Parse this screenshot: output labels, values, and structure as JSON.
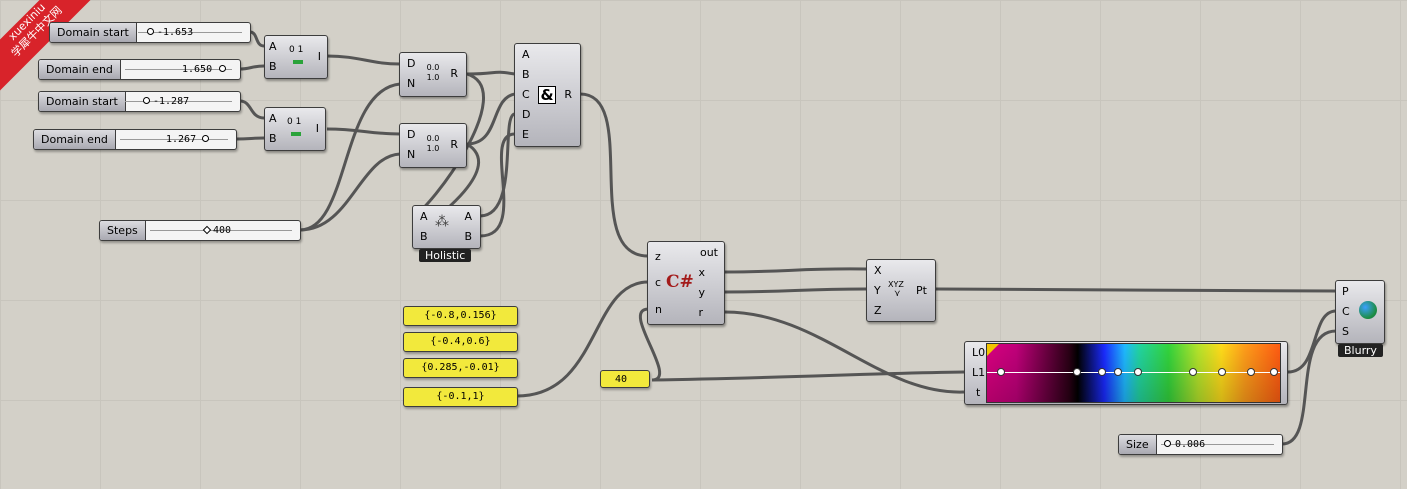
{
  "watermark": {
    "line1": "xuexiniu",
    "line2": "学犀牛中文网"
  },
  "sliders": {
    "s1": {
      "label": "Domain start",
      "value": "-1.653"
    },
    "s2": {
      "label": "Domain end",
      "value": "1.650"
    },
    "s3": {
      "label": "Domain start",
      "value": "-1.287"
    },
    "s4": {
      "label": "Domain end",
      "value": "1.267"
    },
    "steps": {
      "label": "Steps",
      "value": "400"
    },
    "size": {
      "label": "Size",
      "value": "0.006"
    }
  },
  "construct_domain_1": {
    "in_a": "A",
    "in_b": "B",
    "out": "I",
    "icon": "0 1"
  },
  "construct_domain_2": {
    "in_a": "A",
    "in_b": "B",
    "out": "I",
    "icon": "0 1"
  },
  "range_1": {
    "in_d": "D",
    "in_n": "N",
    "out": "R",
    "icon": "0.0 1.0"
  },
  "range_2": {
    "in_d": "D",
    "in_n": "N",
    "out": "R",
    "icon": "0.0 1.0"
  },
  "holistic": {
    "in_a": "A",
    "in_b": "B",
    "out_a": "A",
    "out_b": "B",
    "caption": "Holistic"
  },
  "merge": {
    "inputs": [
      "A",
      "B",
      "C",
      "D",
      "E"
    ],
    "icon": "&",
    "out": "R"
  },
  "csharp": {
    "inputs": [
      "z",
      "c",
      "n"
    ],
    "outputs": [
      "out",
      "x",
      "y",
      "r"
    ],
    "icon": "C#"
  },
  "panels": {
    "p1": "{-0.8,0.156}",
    "p2": "{-0.4,0.6}",
    "p3": "{0.285,-0.01}",
    "p4": "{-0.1,1}",
    "p5": "40"
  },
  "point": {
    "inputs": [
      "X",
      "Y",
      "Z"
    ],
    "out": "Pt",
    "icon": "XYZ"
  },
  "gradient": {
    "inputs": [
      "L0",
      "L1",
      "t"
    ],
    "colors": [
      "#d8007f",
      "#000000",
      "#1a2aff",
      "#1fb9ff",
      "#33d43c",
      "#ffdb1a",
      "#ff5c12"
    ]
  },
  "blurry": {
    "inputs": [
      "P",
      "C",
      "S"
    ],
    "caption": "Blurry"
  }
}
